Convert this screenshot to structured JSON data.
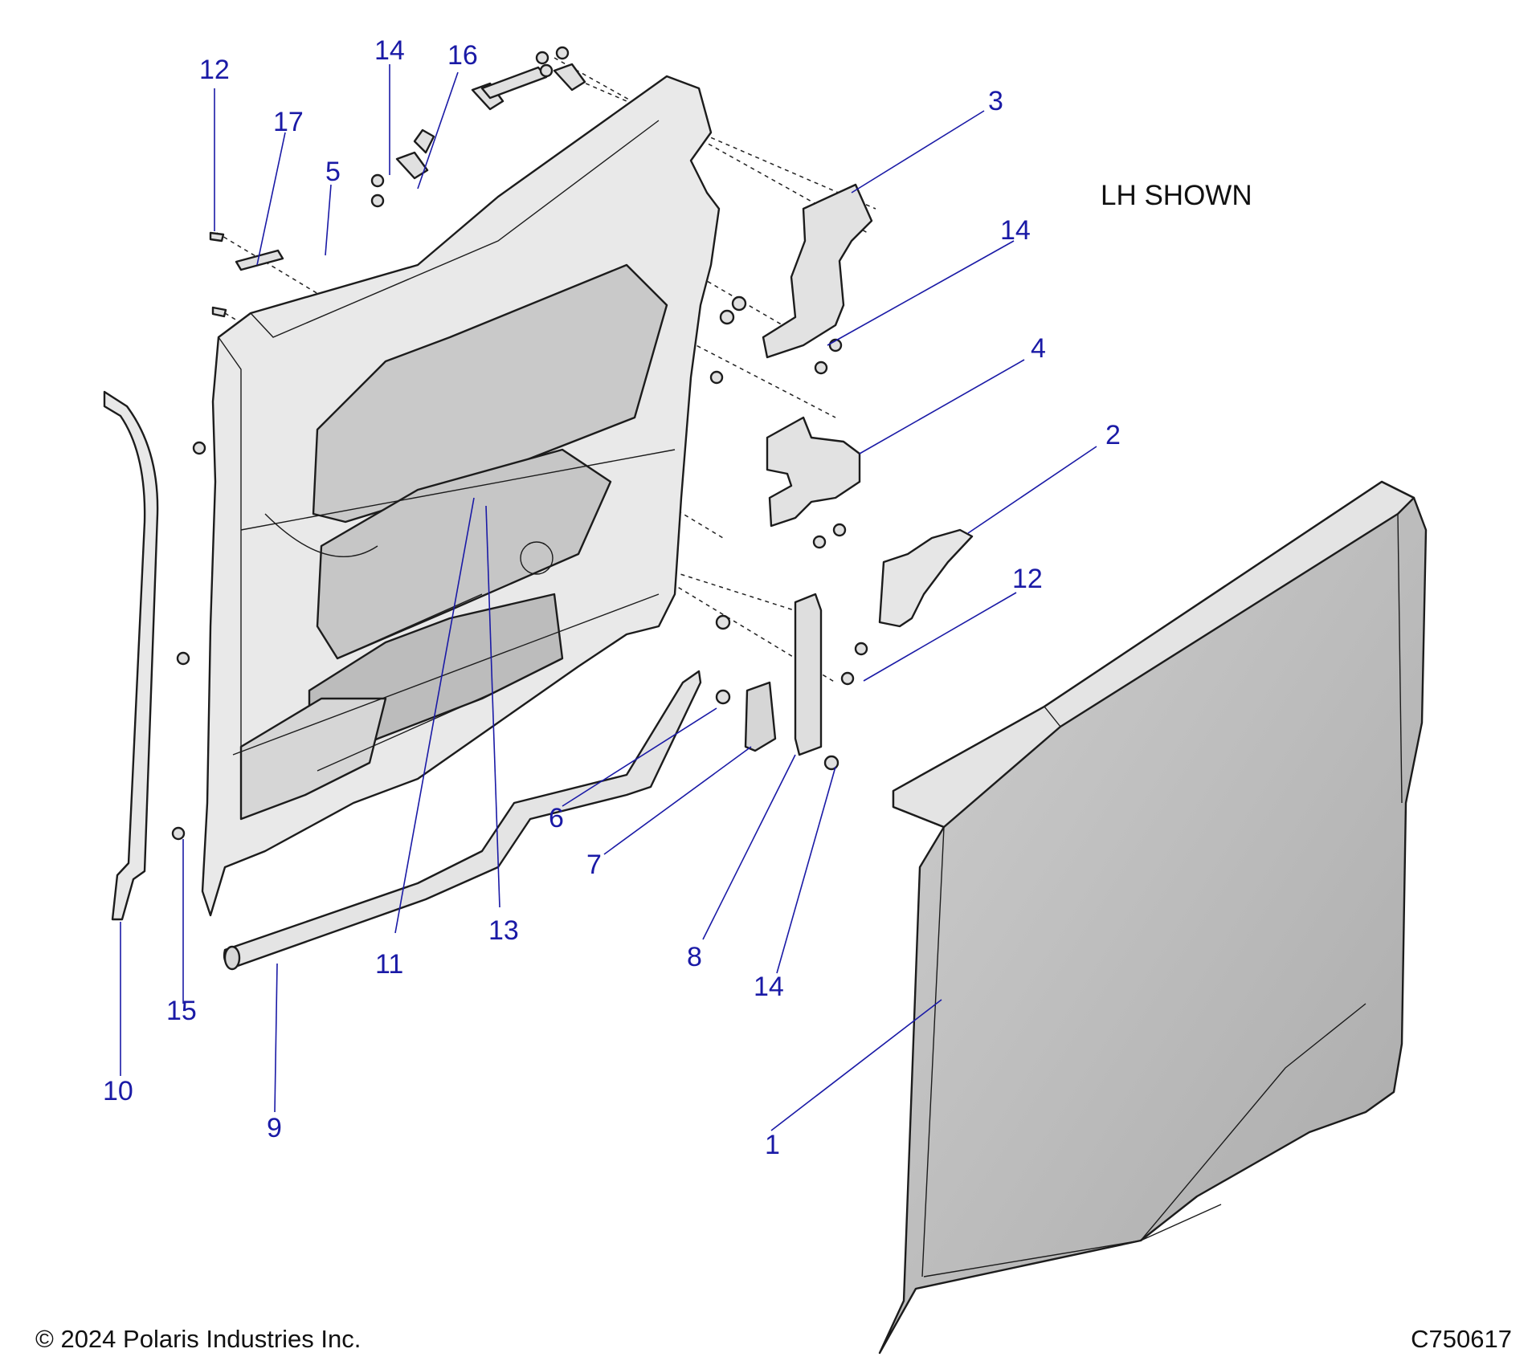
{
  "view_label": "LH SHOWN",
  "copyright": "© 2024 Polaris Industries Inc.",
  "drawing_code": "C750617",
  "callouts": {
    "c1": "1",
    "c2": "2",
    "c3": "3",
    "c4": "4",
    "c5": "5",
    "c6": "6",
    "c7": "7",
    "c8": "8",
    "c9": "9",
    "c10": "10",
    "c11": "11",
    "c12a": "12",
    "c12b": "12",
    "c13": "13",
    "c14a": "14",
    "c14b": "14",
    "c14c": "14",
    "c15": "15",
    "c16": "16",
    "c17": "17"
  },
  "colors": {
    "callout": "#1a1aa6",
    "line": "#1c1c1c",
    "part_fill": "#e6e6e6",
    "panel_fill": "#bdbdbd"
  }
}
